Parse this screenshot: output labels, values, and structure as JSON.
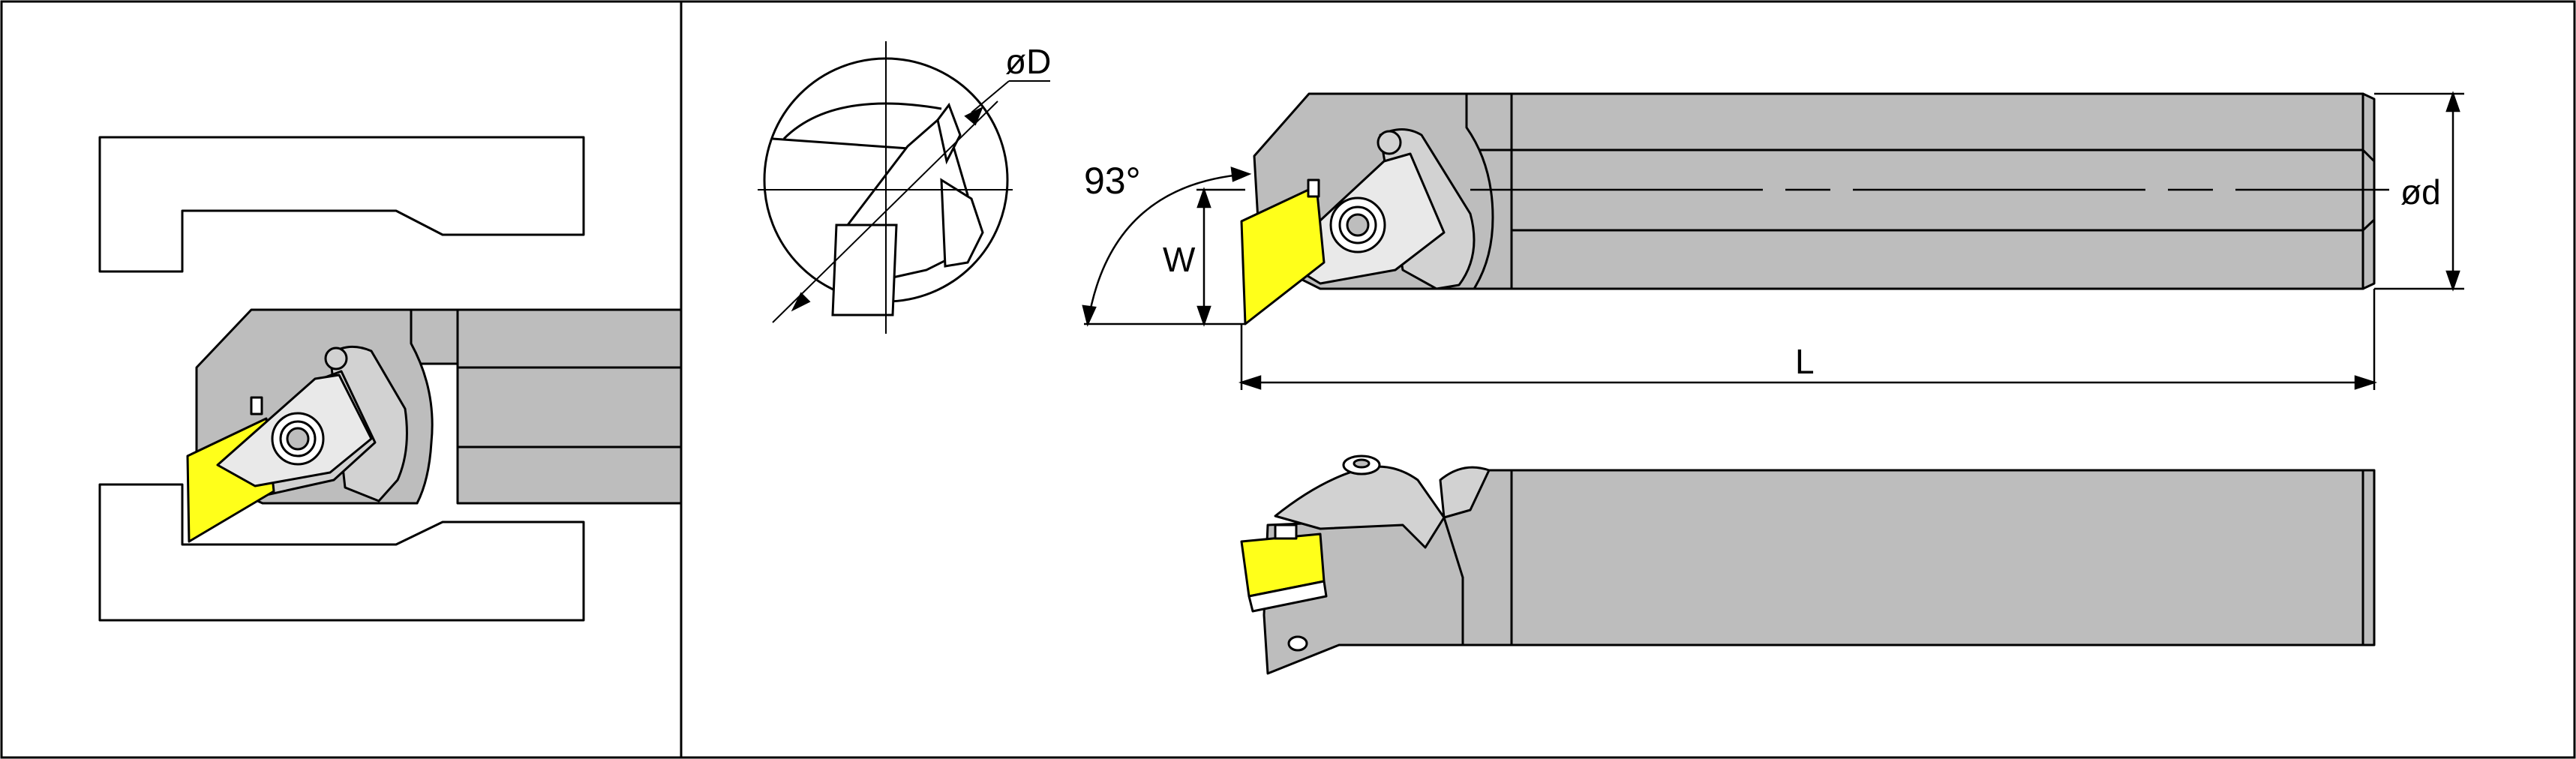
{
  "labels": {
    "diameter_D": "øD",
    "diameter_d": "ød",
    "angle": "93°",
    "width": "W",
    "length": "L"
  },
  "colors": {
    "body": "#bdbdbd",
    "body_light": "#d2d2d2",
    "insert": "#ffff1a",
    "insert_shadow": "#d9d900",
    "outline": "#000000",
    "background": "#ffffff",
    "screw": "#ffffff"
  }
}
